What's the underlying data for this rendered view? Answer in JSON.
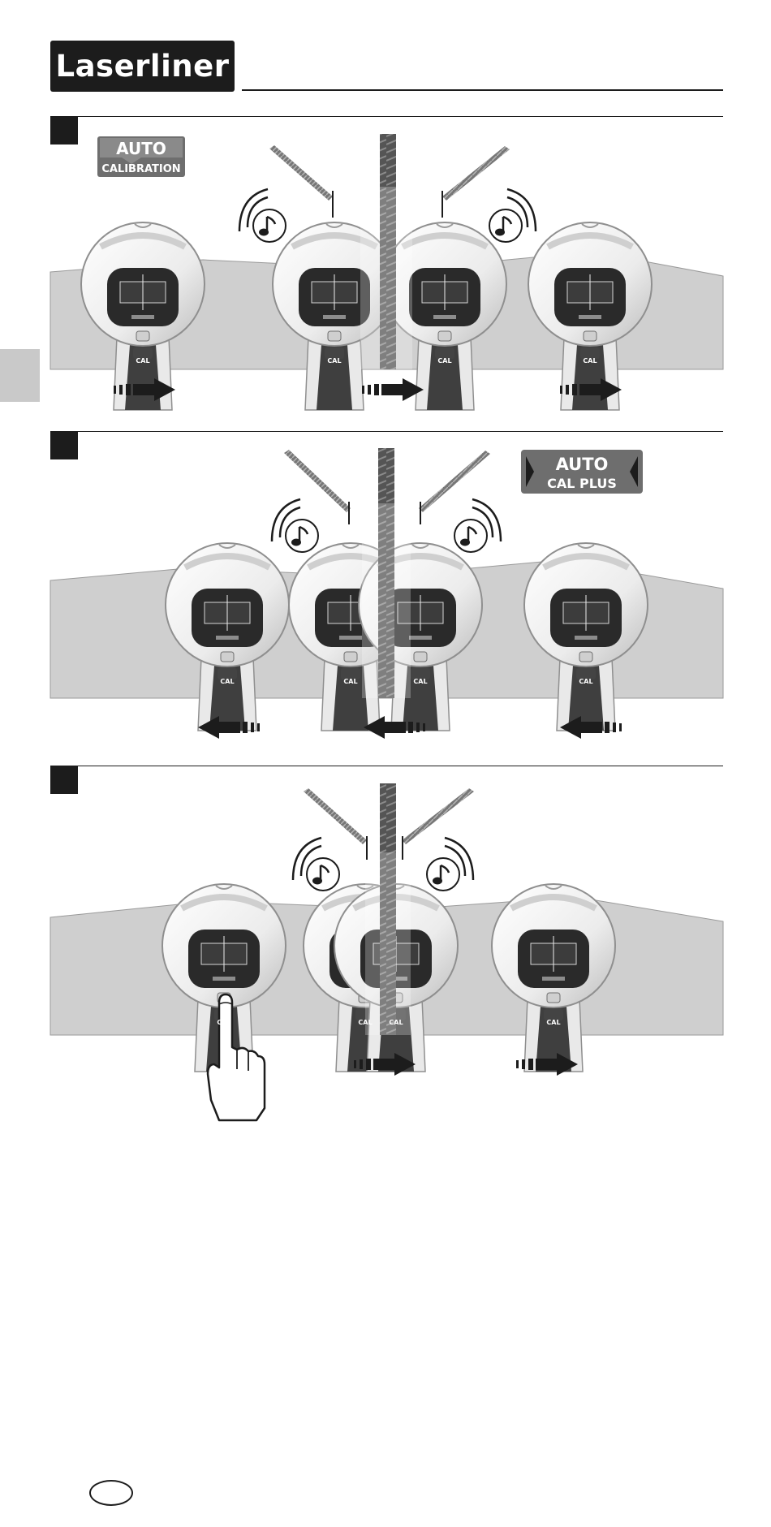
{
  "header": {
    "brand": "Laserliner"
  },
  "badges": {
    "auto_calibration": {
      "top": "AUTO",
      "bottom": "CALIBRATION"
    },
    "auto_cal_plus": {
      "top": "AUTO",
      "bottom": "CAL PLUS"
    }
  },
  "device": {
    "cal_label": "CAL"
  },
  "panels": [
    {
      "id": "panel-1",
      "arrow_direction": "right",
      "arrow_count": 3
    },
    {
      "id": "panel-2",
      "arrow_direction": "left",
      "arrow_count": 3
    },
    {
      "id": "panel-3",
      "arrow_direction": "right",
      "arrow_count": 2
    }
  ],
  "colors": {
    "ink": "#1c1c1c",
    "surface_gray": "#cfcfcf",
    "device_shell": "#f4f4f4",
    "badge_gray": "#6e6e6e",
    "side_tab": "#c9c9c9"
  }
}
